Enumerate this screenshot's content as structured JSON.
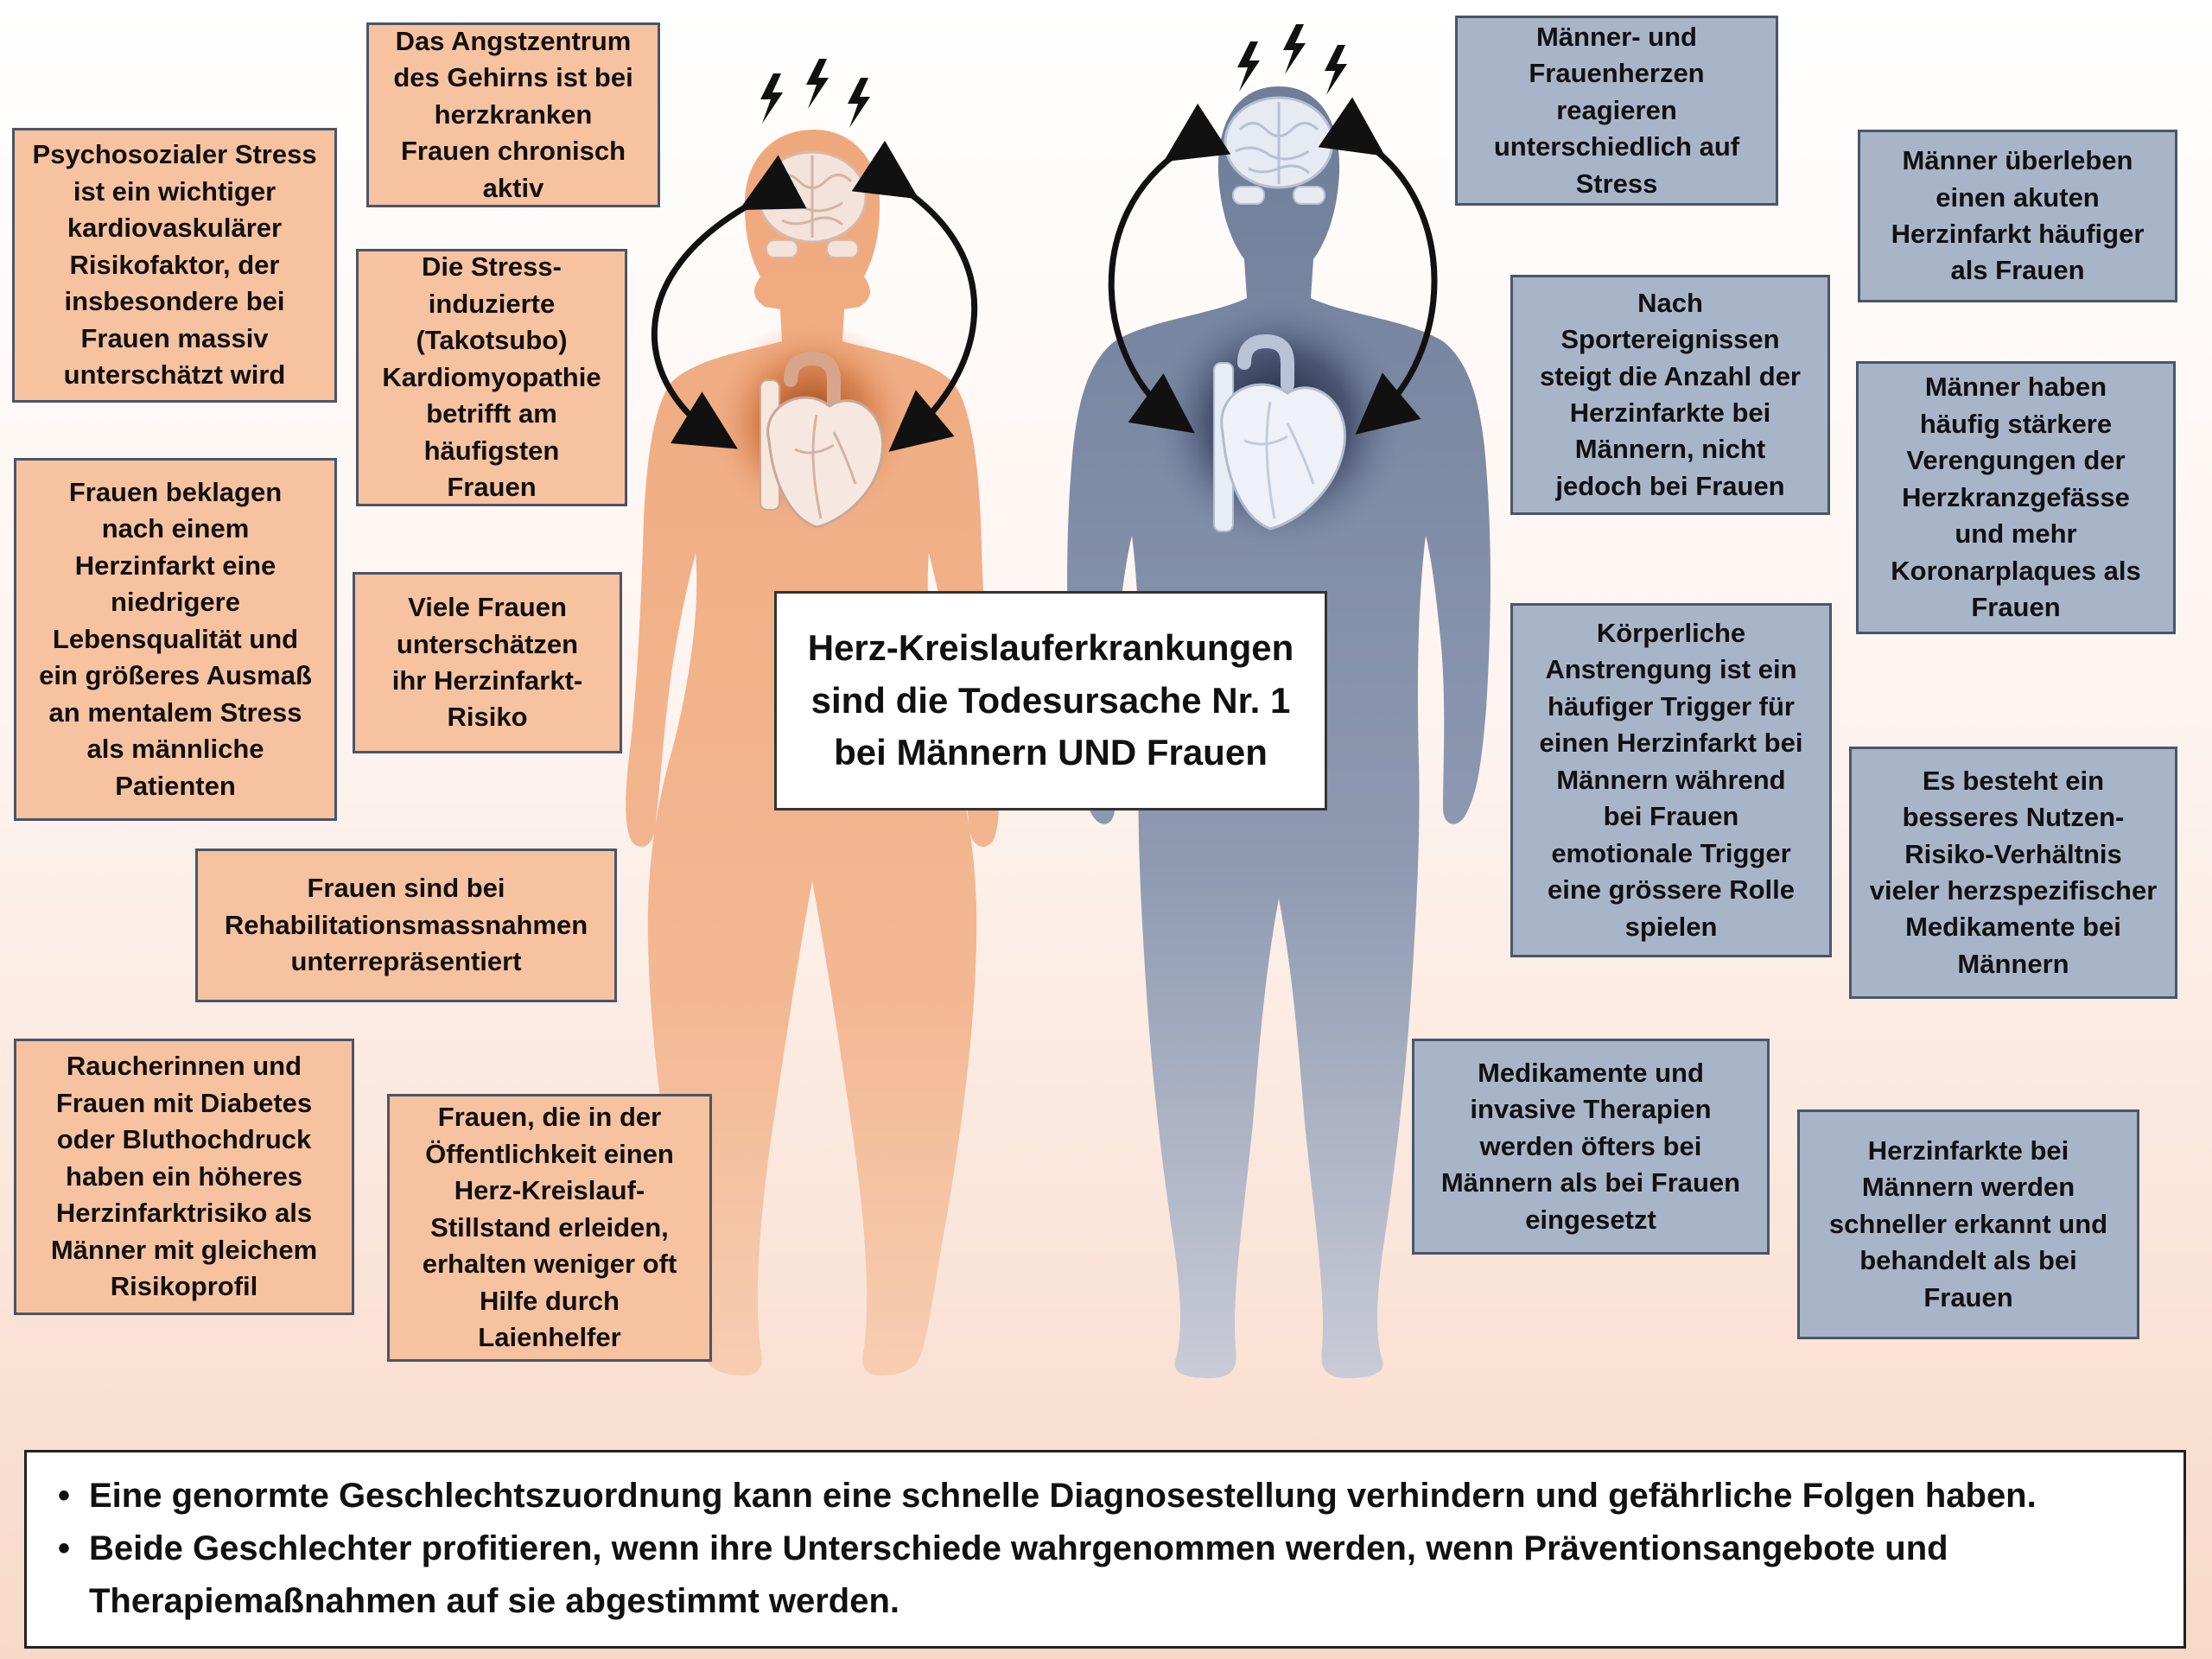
{
  "colors": {
    "female_box": "#f7c2a0",
    "male_box": "#a8b5c9",
    "female_body": "#f0b088",
    "male_body": "#7d8aa5",
    "box_border": "#4a5568",
    "arrow": "#111111"
  },
  "icons": {
    "stress_bolts": "lightning-bolt",
    "brain": "brain",
    "heart": "anatomical-heart",
    "arrows": "curved-double-arrow"
  },
  "center_title": "Herz-Kreislauferkrankungen\nsind die Todesursache Nr. 1\nbei Männern UND Frauen",
  "female_boxes": [
    "Das Angstzentrum\ndes Gehirns ist bei\nherzkranken\nFrauen chronisch\naktiv",
    "Psychosozialer Stress\nist ein wichtiger\nkardiovaskulärer\nRisikofaktor, der\ninsbesondere bei\nFrauen massiv\nunterschätzt wird",
    "Die Stress-\ninduzierte\n(Takotsubo)\nKardiomyopathie\nbetrifft am\nhäufigsten\nFrauen",
    "Frauen beklagen\nnach einem\nHerzinfarkt eine\nniedrigere\nLebensqualität und\nein größeres Ausmaß\nan mentalem Stress\nals männliche\nPatienten",
    "Viele Frauen\nunterschätzen\nihr Herzinfarkt-\nRisiko",
    "Frauen sind bei\nRehabilitationsmassnahmen\nunterrepräsentiert",
    "Raucherinnen und\nFrauen mit Diabetes\noder Bluthochdruck\nhaben ein höheres\nHerzinfarktrisiko als\nMänner mit gleichem\nRisikoprofil",
    "Frauen, die in der\nÖffentlichkeit einen\nHerz-Kreislauf-\nStillstand erleiden,\nerhalten weniger oft\nHilfe durch\nLaienhelfer"
  ],
  "male_boxes": [
    "Männer- und\nFrauenherzen\nreagieren\nunterschiedlich auf\nStress",
    "Männer überleben\neinen akuten\nHerzinfarkt häufiger\nals Frauen",
    "Nach\nSportereignissen\nsteigt die Anzahl der\nHerzinfarkte bei\nMännern, nicht\njedoch bei Frauen",
    "Männer haben\nhäufig stärkere\nVerengungen der\nHerzkranzgefässe\nund mehr\nKoronarplaques als\nFrauen",
    "Körperliche\nAnstrengung ist ein\nhäufiger Trigger für\neinen Herzinfarkt bei\nMännern während\nbei Frauen\nemotionale Trigger\neine grössere Rolle\nspielen",
    "Es besteht ein\nbesseres Nutzen-\nRisiko-Verhältnis\nvieler herzspezifischer\nMedikamente bei\nMännern",
    "Medikamente und\ninvasive Therapien\nwerden öfters bei\nMännern als bei Frauen\neingesetzt",
    "Herzinfarkte bei\nMännern werden\nschneller erkannt und\nbehandelt als bei\nFrauen"
  ],
  "bottom_bullet": "•",
  "bottom_points": [
    "Eine genormte Geschlechtszuordnung kann eine schnelle Diagnosestellung verhindern und gefährliche Folgen haben.",
    "Beide Geschlechter profitieren, wenn ihre Unterschiede wahrgenommen werden, wenn Präventionsangebote und Therapiemaßnahmen auf sie abgestimmt werden."
  ]
}
